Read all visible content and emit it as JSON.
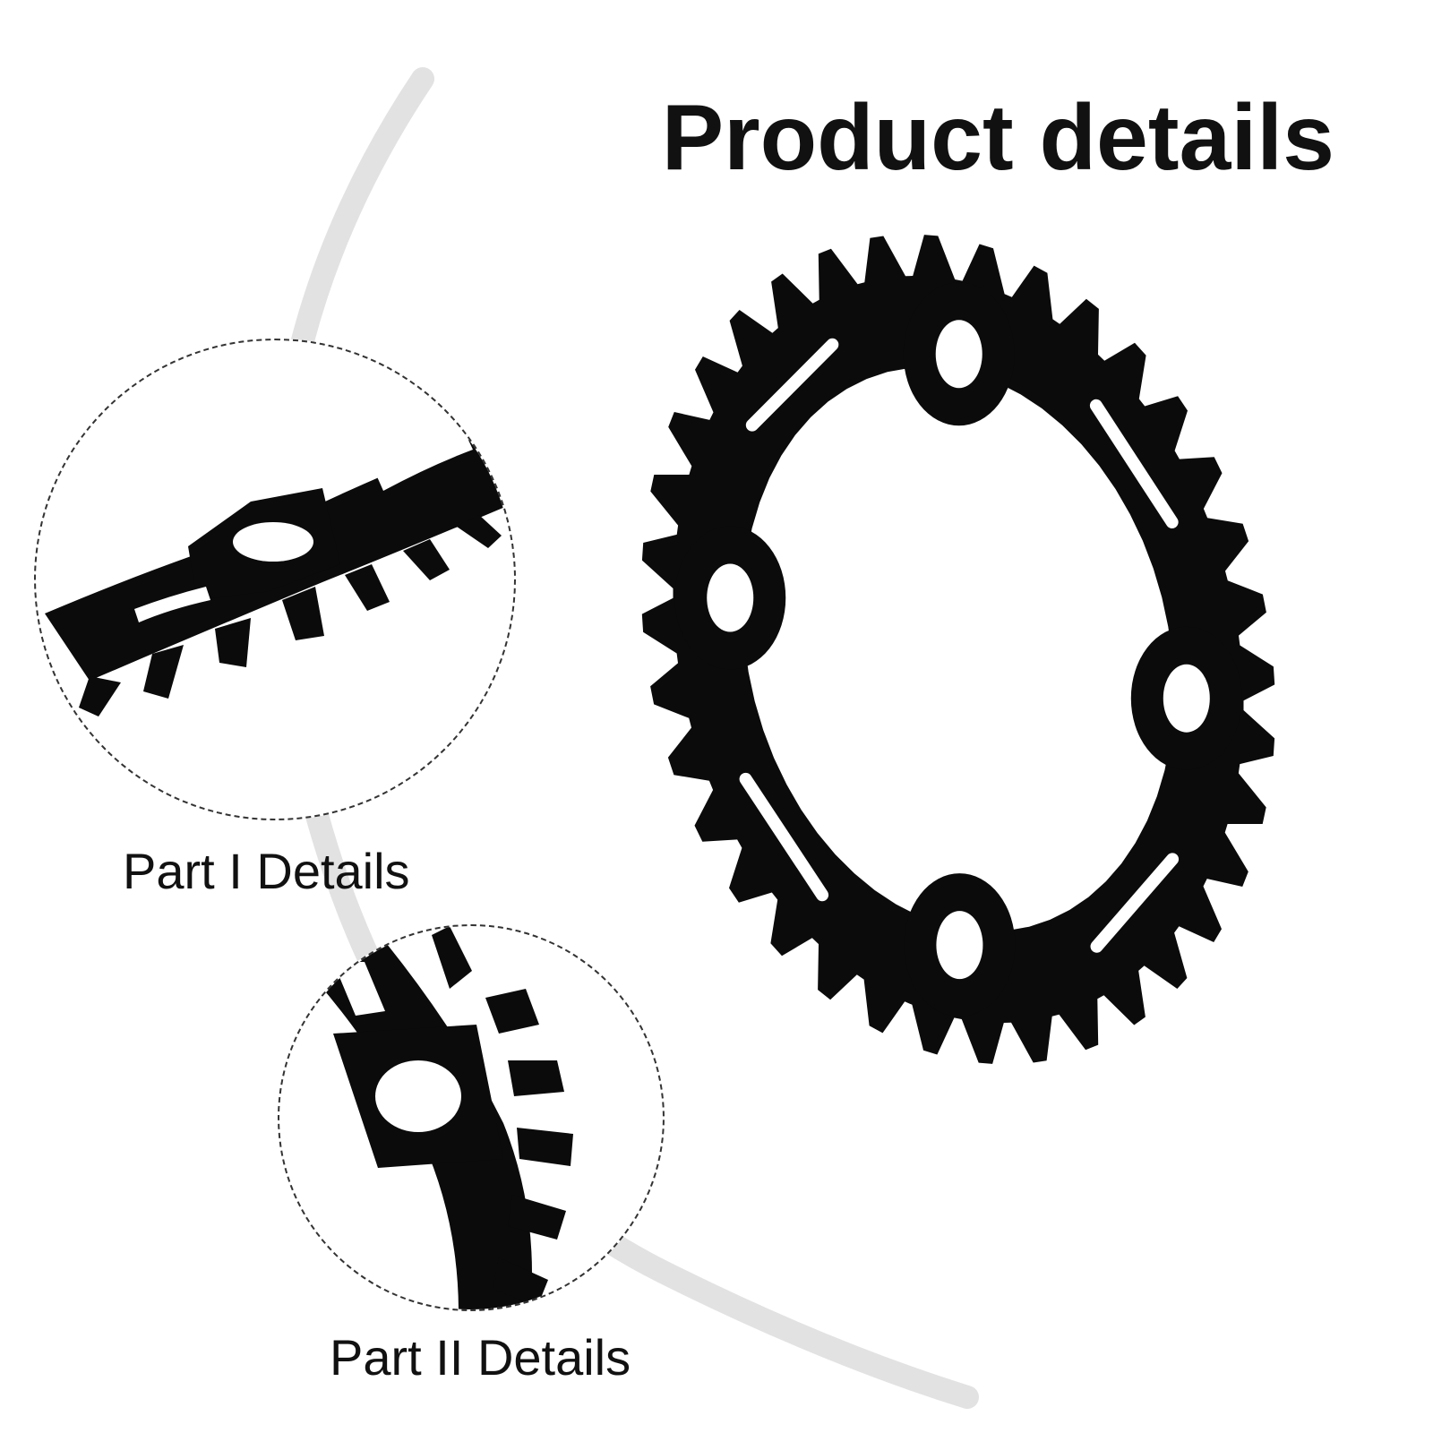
{
  "header": {
    "title": "Product details"
  },
  "details": [
    {
      "caption": "Part I Details"
    },
    {
      "caption": "Part II Details"
    }
  ],
  "product": {
    "color": "#0b0b0b",
    "teeth": 36,
    "image_name": "chainring-icon"
  }
}
